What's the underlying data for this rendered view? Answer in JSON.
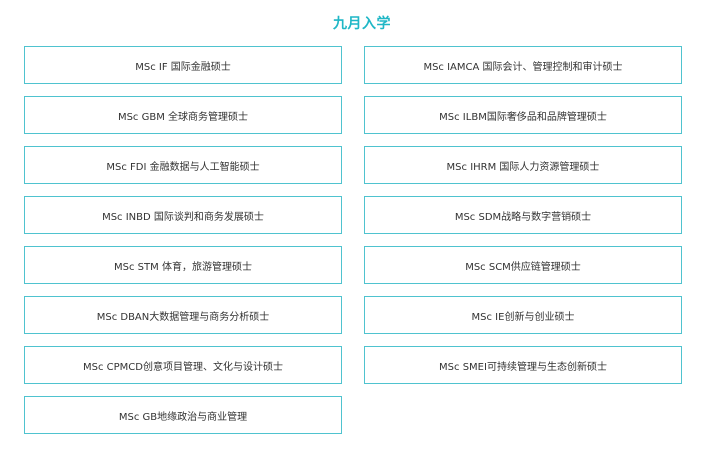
{
  "header": {
    "title": "九月入学"
  },
  "programs": [
    "MSc IF 国际金融硕士",
    "MSc IAMCA 国际会计、管理控制和审计硕士",
    "MSc GBM 全球商务管理硕士",
    "MSc ILBM国际奢侈品和品牌管理硕士",
    "MSc FDI 金融数据与人工智能硕士",
    "MSc IHRM 国际人力资源管理硕士",
    "MSc INBD 国际谈判和商务发展硕士",
    "MSc SDM战略与数字营销硕士",
    "MSc STM 体育，旅游管理硕士",
    "MSc SCM供应链管理硕士",
    "MSc DBAN大数据管理与商务分析硕士",
    "MSc IE创新与创业硕士",
    "MSc CPMCD创意项目管理、文化与设计硕士",
    "MSc SMEI可持续管理与生态创新硕士",
    "MSc GB地缘政治与商业管理"
  ]
}
